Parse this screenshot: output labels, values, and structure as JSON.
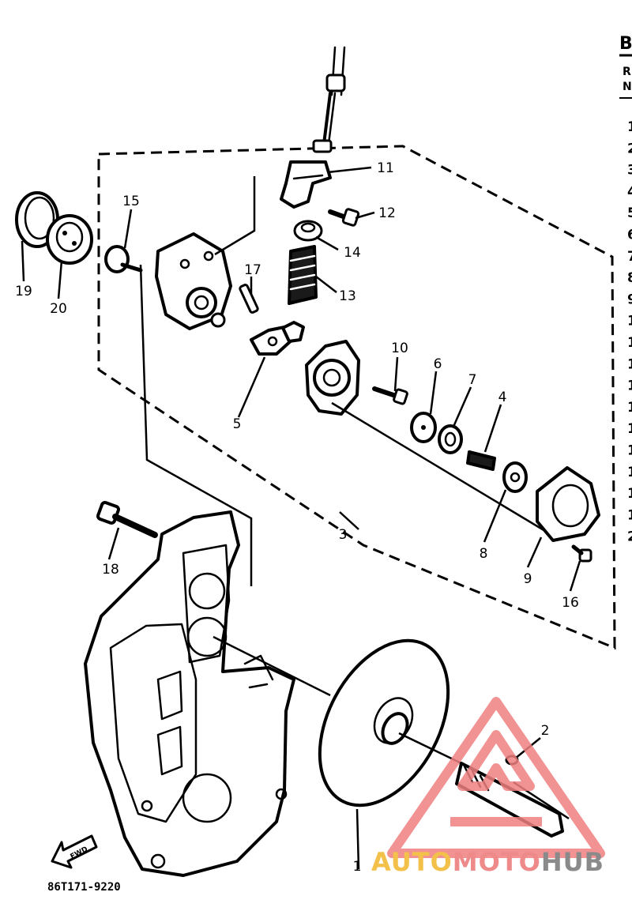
{
  "diagram": {
    "code": "86T171-9220",
    "header_char": "B",
    "header_lines": [
      "R",
      "N"
    ],
    "side_numbers": [
      "1",
      "2",
      "3",
      "4",
      "5",
      "6",
      "7",
      "8",
      "9",
      "1",
      "1",
      "1",
      "1",
      "1",
      "1",
      "1",
      "1",
      "1",
      "1",
      "2"
    ],
    "fwd_label": "FWD",
    "callouts": {
      "c1": "1",
      "c2": "2",
      "c3": "3",
      "c4": "4",
      "c5": "5",
      "c6": "6",
      "c7": "7",
      "c8": "8",
      "c9": "9",
      "c10": "10",
      "c11": "11",
      "c12": "12",
      "c13": "13",
      "c14": "14",
      "c15": "15",
      "c16": "16",
      "c17": "17",
      "c18": "18",
      "c19": "19",
      "c20": "20"
    }
  },
  "watermark": {
    "text_auto": "AUTO",
    "text_moto": "MOTO",
    "text_hub": "HUB",
    "colors": {
      "auto": "#f3c04a",
      "moto": "#ee8a8a",
      "hub": "#8a8a8a",
      "triangle": "#f08080"
    }
  }
}
